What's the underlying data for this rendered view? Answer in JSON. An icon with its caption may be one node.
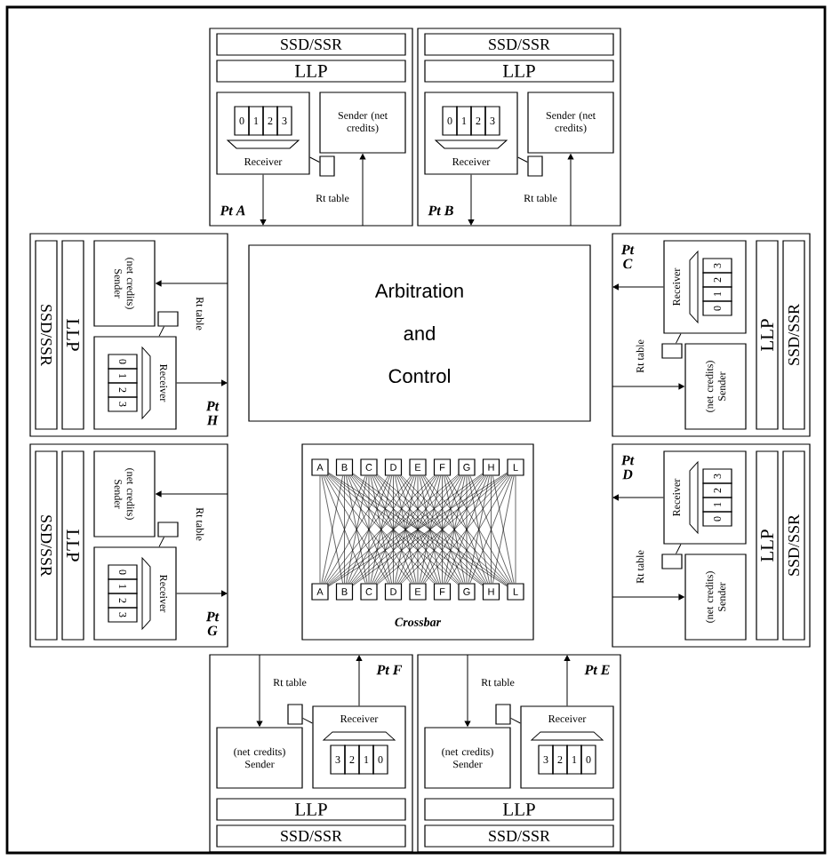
{
  "diagram": {
    "nodes": [
      {
        "text": [
          "Pt A"
        ]
      },
      {
        "text": [
          "SSD/SSR"
        ],
        "in": 0
      },
      {
        "text": [
          "LLP"
        ],
        "in": 0
      },
      {
        "text": [
          "Receiver"
        ],
        "in": 0
      },
      {
        "text": [
          "0"
        ],
        "in": 3
      },
      {
        "text": [
          "1"
        ],
        "in": 3
      },
      {
        "text": [
          "2"
        ],
        "in": 3
      },
      {
        "text": [
          "3"
        ],
        "in": 3
      },
      {
        "text": [
          "Sender (net credits)"
        ],
        "in": 0
      },
      {
        "text": [],
        "shape": "box",
        "in": 0,
        "beside": [
          "Rt table"
        ]
      },
      {
        "text": [
          "Pt B"
        ]
      },
      {
        "text": [
          "SSD/SSR"
        ],
        "in": 10
      },
      {
        "text": [
          "LLP"
        ],
        "in": 10
      },
      {
        "text": [
          "Receiver"
        ],
        "in": 10
      },
      {
        "text": [
          "0"
        ],
        "in": 13
      },
      {
        "text": [
          "1"
        ],
        "in": 13
      },
      {
        "text": [
          "2"
        ],
        "in": 13
      },
      {
        "text": [
          "3"
        ],
        "in": 13
      },
      {
        "text": [
          "Sender (net credits)"
        ],
        "in": 10
      },
      {
        "text": [],
        "shape": "box",
        "in": 10,
        "beside": [
          "Rt table"
        ]
      },
      {
        "text": [
          "Pt H"
        ]
      },
      {
        "text": [
          "SSD/SSR"
        ],
        "in": 20
      },
      {
        "text": [
          "LLP"
        ],
        "in": 20
      },
      {
        "text": [
          "Receiver"
        ],
        "in": 20
      },
      {
        "text": [
          "0"
        ],
        "in": 23
      },
      {
        "text": [
          "1"
        ],
        "in": 23
      },
      {
        "text": [
          "2"
        ],
        "in": 23
      },
      {
        "text": [
          "3"
        ],
        "in": 23
      },
      {
        "text": [
          "(net credits) Sender"
        ],
        "in": 20
      },
      {
        "text": [],
        "shape": "box",
        "in": 20,
        "beside": [
          "Rt table"
        ]
      },
      {
        "text": [
          "Arbitration and Control"
        ]
      },
      {
        "text": [
          "Pt C"
        ]
      },
      {
        "text": [
          "SSD/SSR"
        ],
        "in": 31
      },
      {
        "text": [
          "LLP"
        ],
        "in": 31
      },
      {
        "text": [
          "Receiver"
        ],
        "in": 31
      },
      {
        "text": [
          "0"
        ],
        "in": 34
      },
      {
        "text": [
          "1"
        ],
        "in": 34
      },
      {
        "text": [
          "2"
        ],
        "in": 34
      },
      {
        "text": [
          "3"
        ],
        "in": 34
      },
      {
        "text": [
          "(net credits) Sender"
        ],
        "in": 31
      },
      {
        "text": [],
        "shape": "box",
        "in": 31,
        "beside": [
          "Rt table"
        ]
      },
      {
        "text": [
          "Pt G"
        ]
      },
      {
        "text": [
          "SSD/SSR"
        ],
        "in": 41
      },
      {
        "text": [
          "LLP"
        ],
        "in": 41
      },
      {
        "text": [
          "Receiver"
        ],
        "in": 41
      },
      {
        "text": [
          "0"
        ],
        "in": 44
      },
      {
        "text": [
          "1"
        ],
        "in": 44
      },
      {
        "text": [
          "2"
        ],
        "in": 44
      },
      {
        "text": [
          "3"
        ],
        "in": 44
      },
      {
        "text": [
          "(net credits) Sender"
        ],
        "in": 41
      },
      {
        "text": [],
        "shape": "box",
        "in": 41,
        "beside": [
          "Rt table"
        ]
      },
      {
        "text": [
          "Crossbar"
        ]
      },
      {
        "text": [
          "A"
        ],
        "in": 51
      },
      {
        "text": [
          "B"
        ],
        "in": 51
      },
      {
        "text": [
          "C"
        ],
        "in": 51
      },
      {
        "text": [
          "D"
        ],
        "in": 51
      },
      {
        "text": [
          "E"
        ],
        "in": 51
      },
      {
        "text": [
          "F"
        ],
        "in": 51
      },
      {
        "text": [
          "G"
        ],
        "in": 51
      },
      {
        "text": [
          "H"
        ],
        "in": 51
      },
      {
        "text": [
          "L"
        ],
        "in": 51
      },
      {
        "text": [
          "A"
        ],
        "in": 51
      },
      {
        "text": [
          "B"
        ],
        "in": 51
      },
      {
        "text": [
          "C"
        ],
        "in": 51
      },
      {
        "text": [
          "D"
        ],
        "in": 51
      },
      {
        "text": [
          "E"
        ],
        "in": 51
      },
      {
        "text": [
          "F"
        ],
        "in": 51
      },
      {
        "text": [
          "G"
        ],
        "in": 51
      },
      {
        "text": [
          "H"
        ],
        "in": 51
      },
      {
        "text": [
          "L"
        ],
        "in": 51
      },
      {
        "text": [
          "Pt D"
        ]
      },
      {
        "text": [
          "SSD/SSR"
        ],
        "in": 70
      },
      {
        "text": [
          "LLP"
        ],
        "in": 70
      },
      {
        "text": [
          "Receiver"
        ],
        "in": 70
      },
      {
        "text": [
          "0"
        ],
        "in": 73
      },
      {
        "text": [
          "1"
        ],
        "in": 73
      },
      {
        "text": [
          "2"
        ],
        "in": 73
      },
      {
        "text": [
          "3"
        ],
        "in": 73
      },
      {
        "text": [
          "(net credits) Sender"
        ],
        "in": 70
      },
      {
        "text": [],
        "shape": "box",
        "in": 70,
        "beside": [
          "Rt table"
        ]
      },
      {
        "text": [
          "Pt F"
        ]
      },
      {
        "text": [
          "SSD/SSR"
        ],
        "in": 80
      },
      {
        "text": [
          "LLP"
        ],
        "in": 80
      },
      {
        "text": [
          "Receiver"
        ],
        "in": 80
      },
      {
        "text": [
          "0"
        ],
        "in": 83
      },
      {
        "text": [
          "1"
        ],
        "in": 83
      },
      {
        "text": [
          "2"
        ],
        "in": 83
      },
      {
        "text": [
          "3"
        ],
        "in": 83
      },
      {
        "text": [
          "(net credits) Sender"
        ],
        "in": 80
      },
      {
        "text": [],
        "shape": "box",
        "in": 80,
        "beside": [
          "Rt table"
        ]
      },
      {
        "text": [
          "Pt E"
        ]
      },
      {
        "text": [
          "SSD/SSR"
        ],
        "in": 90
      },
      {
        "text": [
          "LLP"
        ],
        "in": 90
      },
      {
        "text": [
          "Receiver"
        ],
        "in": 90
      },
      {
        "text": [
          "0"
        ],
        "in": 93
      },
      {
        "text": [
          "1"
        ],
        "in": 93
      },
      {
        "text": [
          "2"
        ],
        "in": 93
      },
      {
        "text": [
          "3"
        ],
        "in": 93
      },
      {
        "text": [
          "(net credits) Sender"
        ],
        "in": 90
      },
      {
        "text": [],
        "shape": "box",
        "in": 90,
        "beside": [
          "Rt table"
        ]
      }
    ],
    "edges": [
      {
        "from": 3,
        "to": null,
        "arrow": "to"
      },
      {
        "from": null,
        "to": 8,
        "arrow": "to"
      },
      {
        "from": 3,
        "to": 9,
        "arrow": "none"
      },
      {
        "from": 13,
        "to": null,
        "arrow": "to"
      },
      {
        "from": null,
        "to": 18,
        "arrow": "to"
      },
      {
        "from": 13,
        "to": 19,
        "arrow": "none"
      },
      {
        "from": 23,
        "to": null,
        "arrow": "to"
      },
      {
        "from": null,
        "to": 28,
        "arrow": "to"
      },
      {
        "from": 23,
        "to": 29,
        "arrow": "none"
      },
      {
        "from": 34,
        "to": null,
        "arrow": "to"
      },
      {
        "from": null,
        "to": 39,
        "arrow": "to"
      },
      {
        "from": 34,
        "to": 40,
        "arrow": "none"
      },
      {
        "from": 44,
        "to": null,
        "arrow": "to"
      },
      {
        "from": null,
        "to": 49,
        "arrow": "to"
      },
      {
        "from": 44,
        "to": 50,
        "arrow": "none"
      },
      {
        "from": 73,
        "to": null,
        "arrow": "to"
      },
      {
        "from": null,
        "to": 78,
        "arrow": "to"
      },
      {
        "from": 73,
        "to": 79,
        "arrow": "none"
      },
      {
        "from": 83,
        "to": null,
        "arrow": "to"
      },
      {
        "from": null,
        "to": 88,
        "arrow": "to"
      },
      {
        "from": 83,
        "to": 89,
        "arrow": "none"
      },
      {
        "from": 93,
        "to": null,
        "arrow": "to"
      },
      {
        "from": null,
        "to": 98,
        "arrow": "to"
      },
      {
        "from": 93,
        "to": 99,
        "arrow": "none"
      },
      {
        "from": 52,
        "to": 61,
        "arrow": "none"
      },
      {
        "from": 52,
        "to": 62,
        "arrow": "none"
      },
      {
        "from": 52,
        "to": 63,
        "arrow": "none"
      },
      {
        "from": 52,
        "to": 64,
        "arrow": "none"
      },
      {
        "from": 52,
        "to": 65,
        "arrow": "none"
      },
      {
        "from": 52,
        "to": 66,
        "arrow": "none"
      },
      {
        "from": 52,
        "to": 67,
        "arrow": "none"
      },
      {
        "from": 52,
        "to": 68,
        "arrow": "none"
      },
      {
        "from": 52,
        "to": 69,
        "arrow": "none"
      },
      {
        "from": 53,
        "to": 61,
        "arrow": "none"
      },
      {
        "from": 53,
        "to": 62,
        "arrow": "none"
      },
      {
        "from": 53,
        "to": 63,
        "arrow": "none"
      },
      {
        "from": 53,
        "to": 64,
        "arrow": "none"
      },
      {
        "from": 53,
        "to": 65,
        "arrow": "none"
      },
      {
        "from": 53,
        "to": 66,
        "arrow": "none"
      },
      {
        "from": 53,
        "to": 67,
        "arrow": "none"
      },
      {
        "from": 53,
        "to": 68,
        "arrow": "none"
      },
      {
        "from": 53,
        "to": 69,
        "arrow": "none"
      },
      {
        "from": 54,
        "to": 61,
        "arrow": "none"
      },
      {
        "from": 54,
        "to": 62,
        "arrow": "none"
      },
      {
        "from": 54,
        "to": 63,
        "arrow": "none"
      },
      {
        "from": 54,
        "to": 64,
        "arrow": "none"
      },
      {
        "from": 54,
        "to": 65,
        "arrow": "none"
      },
      {
        "from": 54,
        "to": 66,
        "arrow": "none"
      },
      {
        "from": 54,
        "to": 67,
        "arrow": "none"
      },
      {
        "from": 54,
        "to": 68,
        "arrow": "none"
      },
      {
        "from": 54,
        "to": 69,
        "arrow": "none"
      },
      {
        "from": 55,
        "to": 61,
        "arrow": "none"
      },
      {
        "from": 55,
        "to": 62,
        "arrow": "none"
      },
      {
        "from": 55,
        "to": 63,
        "arrow": "none"
      },
      {
        "from": 55,
        "to": 64,
        "arrow": "none"
      },
      {
        "from": 55,
        "to": 65,
        "arrow": "none"
      },
      {
        "from": 55,
        "to": 66,
        "arrow": "none"
      },
      {
        "from": 55,
        "to": 67,
        "arrow": "none"
      },
      {
        "from": 55,
        "to": 68,
        "arrow": "none"
      },
      {
        "from": 55,
        "to": 69,
        "arrow": "none"
      },
      {
        "from": 56,
        "to": 61,
        "arrow": "none"
      },
      {
        "from": 56,
        "to": 62,
        "arrow": "none"
      },
      {
        "from": 56,
        "to": 63,
        "arrow": "none"
      },
      {
        "from": 56,
        "to": 64,
        "arrow": "none"
      },
      {
        "from": 56,
        "to": 65,
        "arrow": "none"
      },
      {
        "from": 56,
        "to": 66,
        "arrow": "none"
      },
      {
        "from": 56,
        "to": 67,
        "arrow": "none"
      },
      {
        "from": 56,
        "to": 68,
        "arrow": "none"
      },
      {
        "from": 56,
        "to": 69,
        "arrow": "none"
      },
      {
        "from": 57,
        "to": 61,
        "arrow": "none"
      },
      {
        "from": 57,
        "to": 62,
        "arrow": "none"
      },
      {
        "from": 57,
        "to": 63,
        "arrow": "none"
      },
      {
        "from": 57,
        "to": 64,
        "arrow": "none"
      },
      {
        "from": 57,
        "to": 65,
        "arrow": "none"
      },
      {
        "from": 57,
        "to": 66,
        "arrow": "none"
      },
      {
        "from": 57,
        "to": 67,
        "arrow": "none"
      },
      {
        "from": 57,
        "to": 68,
        "arrow": "none"
      },
      {
        "from": 57,
        "to": 69,
        "arrow": "none"
      },
      {
        "from": 58,
        "to": 61,
        "arrow": "none"
      },
      {
        "from": 58,
        "to": 62,
        "arrow": "none"
      },
      {
        "from": 58,
        "to": 63,
        "arrow": "none"
      },
      {
        "from": 58,
        "to": 64,
        "arrow": "none"
      },
      {
        "from": 58,
        "to": 65,
        "arrow": "none"
      },
      {
        "from": 58,
        "to": 66,
        "arrow": "none"
      },
      {
        "from": 58,
        "to": 67,
        "arrow": "none"
      },
      {
        "from": 58,
        "to": 68,
        "arrow": "none"
      },
      {
        "from": 58,
        "to": 69,
        "arrow": "none"
      },
      {
        "from": 59,
        "to": 61,
        "arrow": "none"
      },
      {
        "from": 59,
        "to": 62,
        "arrow": "none"
      },
      {
        "from": 59,
        "to": 63,
        "arrow": "none"
      },
      {
        "from": 59,
        "to": 64,
        "arrow": "none"
      },
      {
        "from": 59,
        "to": 65,
        "arrow": "none"
      },
      {
        "from": 59,
        "to": 66,
        "arrow": "none"
      },
      {
        "from": 59,
        "to": 67,
        "arrow": "none"
      },
      {
        "from": 59,
        "to": 68,
        "arrow": "none"
      },
      {
        "from": 59,
        "to": 69,
        "arrow": "none"
      },
      {
        "from": 60,
        "to": 61,
        "arrow": "none"
      },
      {
        "from": 60,
        "to": 62,
        "arrow": "none"
      },
      {
        "from": 60,
        "to": 63,
        "arrow": "none"
      },
      {
        "from": 60,
        "to": 64,
        "arrow": "none"
      },
      {
        "from": 60,
        "to": 65,
        "arrow": "none"
      },
      {
        "from": 60,
        "to": 66,
        "arrow": "none"
      },
      {
        "from": 60,
        "to": 67,
        "arrow": "none"
      },
      {
        "from": 60,
        "to": 68,
        "arrow": "none"
      },
      {
        "from": 60,
        "to": 69,
        "arrow": "none"
      }
    ]
  }
}
